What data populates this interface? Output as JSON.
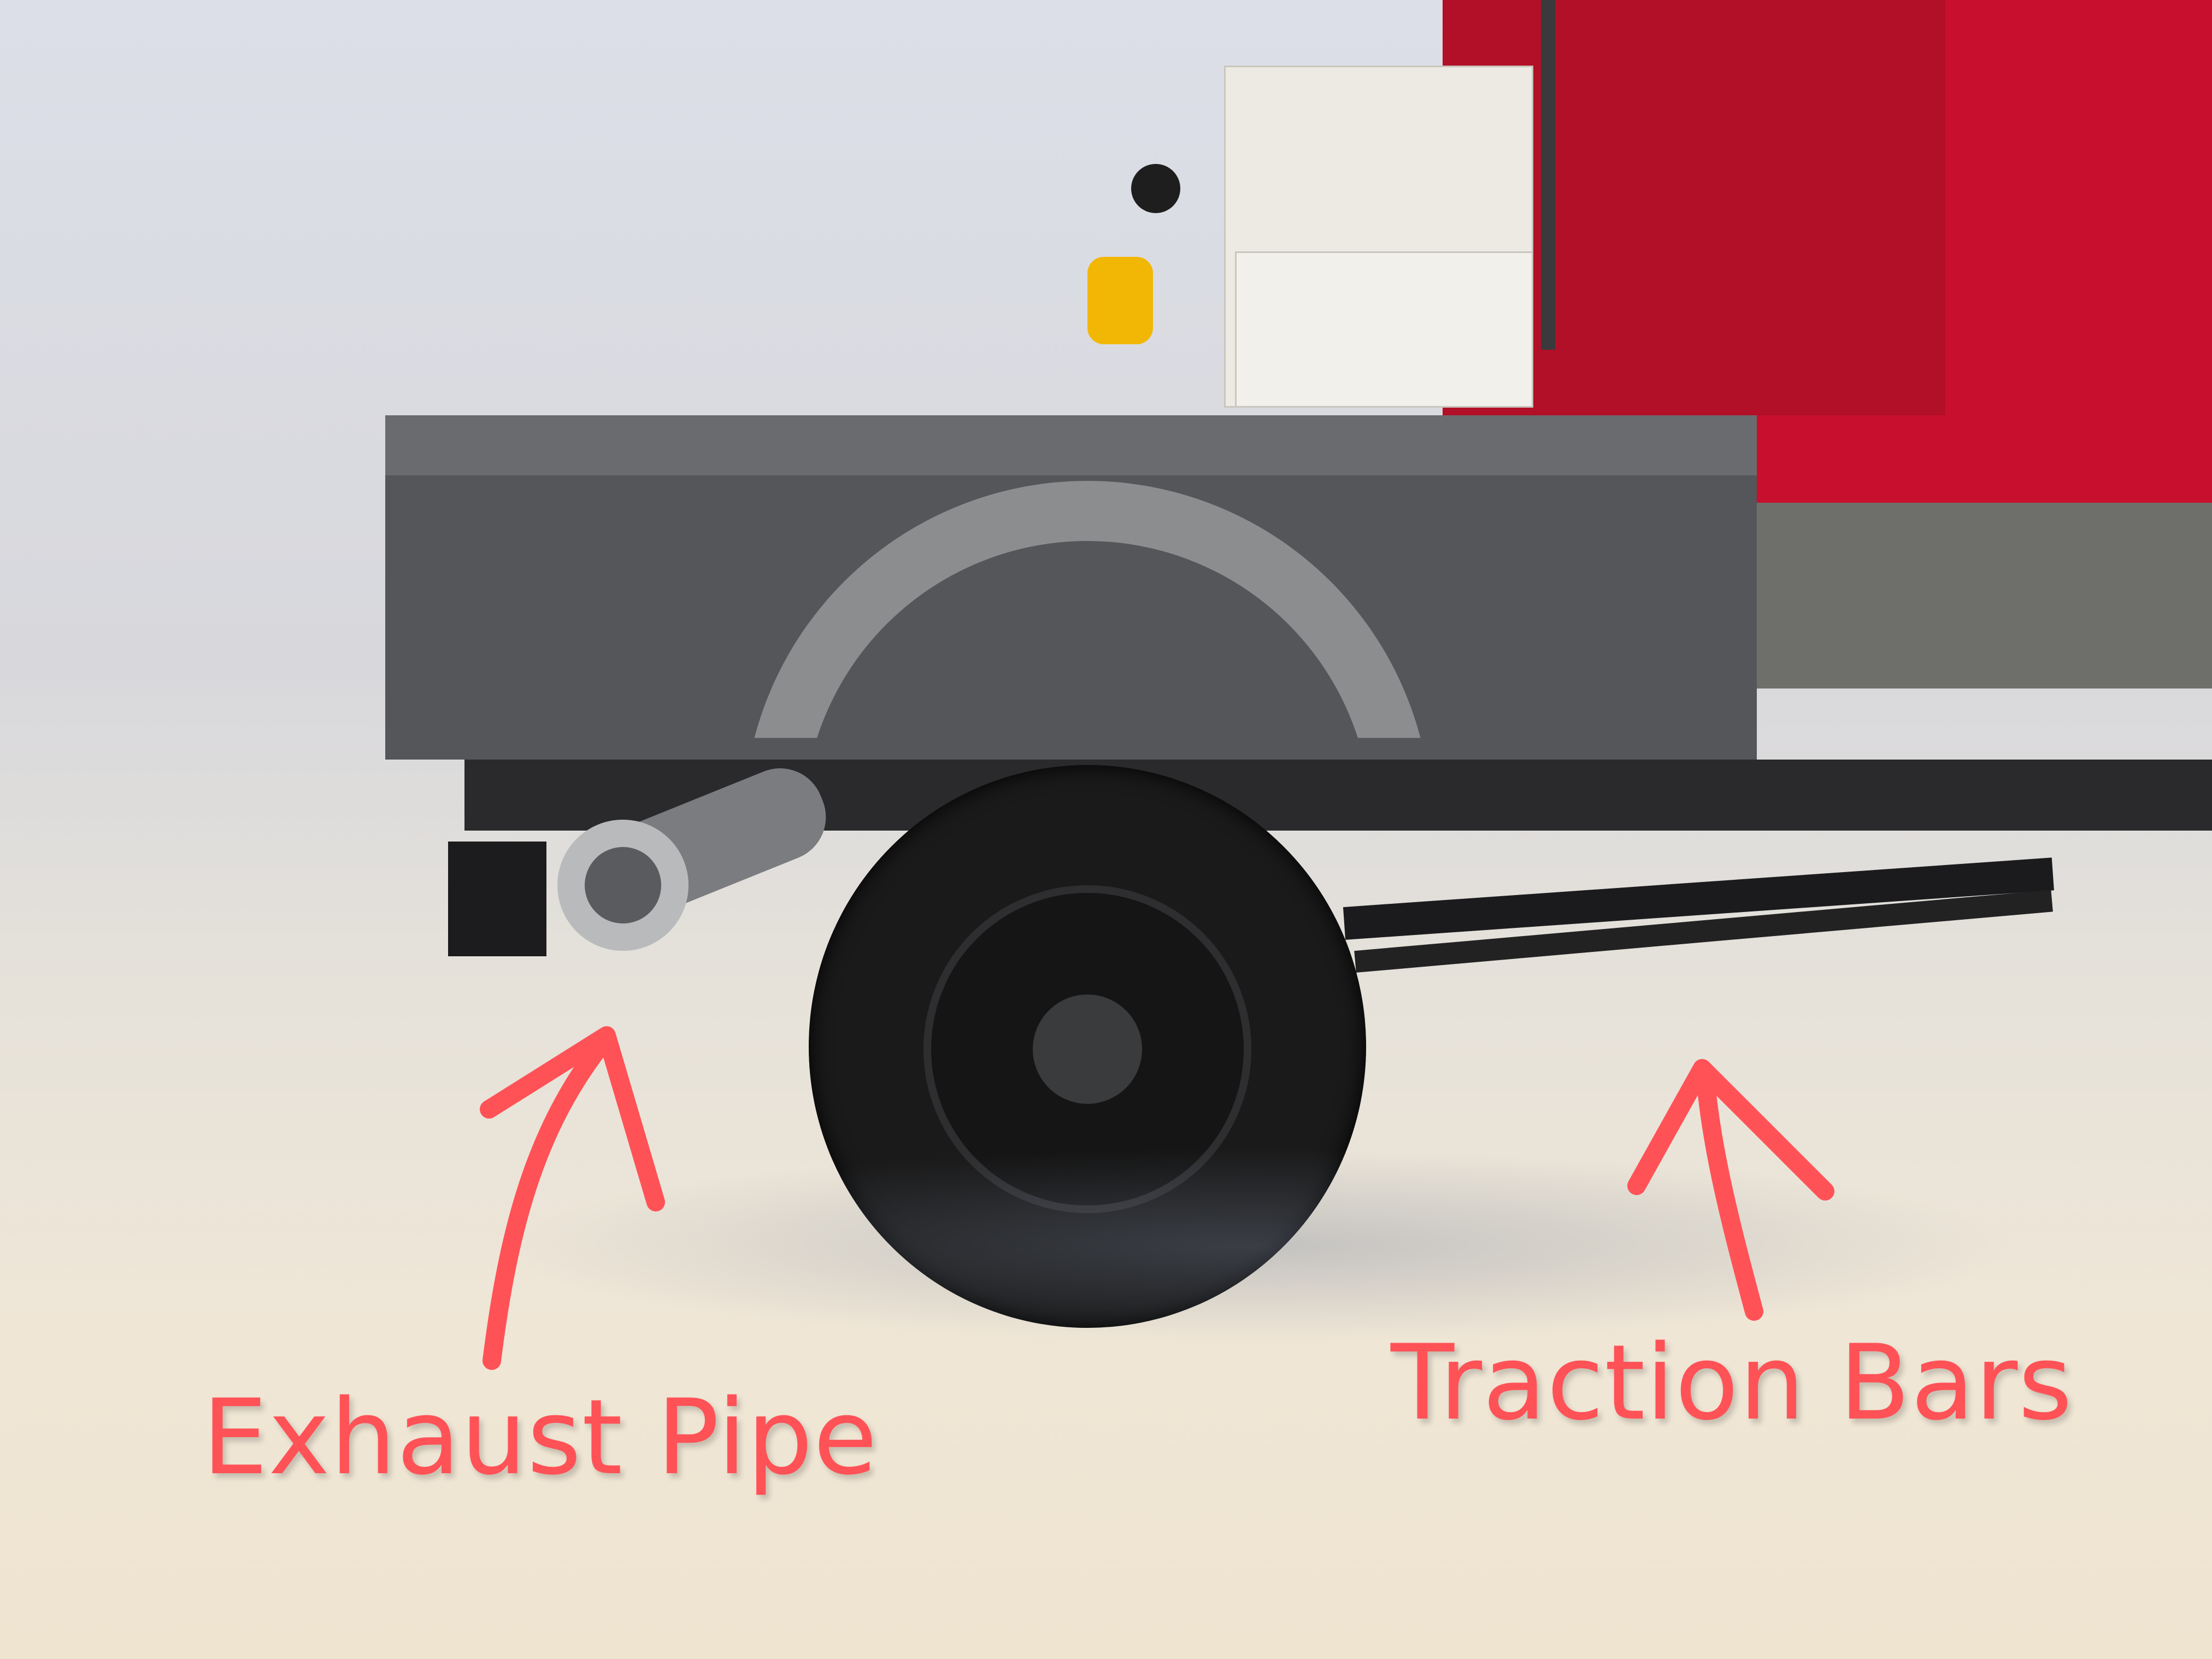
{
  "image": {
    "subject": "LEGO truck rear (flatbed, wheel, exhaust pipe, traction bars)",
    "background_color": "#dcdfe8",
    "floor_color": "#efe4d0"
  },
  "annotations": [
    {
      "label": "Exhaust Pipe",
      "color": "#ff5257",
      "arrow_target": "exhaust-pipe"
    },
    {
      "label": "Traction Bars",
      "color": "#ff5257",
      "arrow_target": "traction-bars"
    }
  ]
}
